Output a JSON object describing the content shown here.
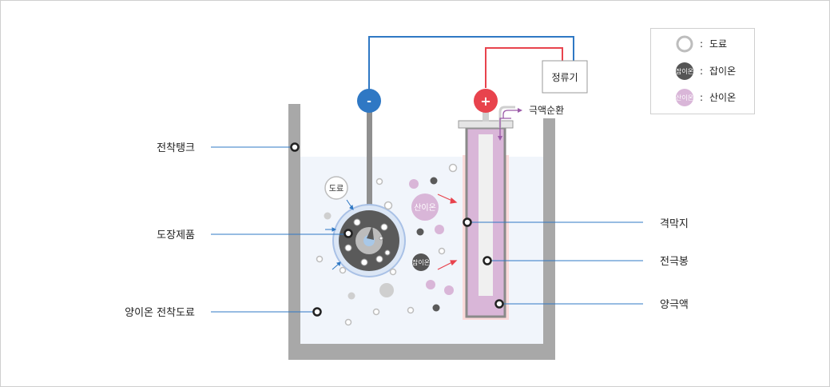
{
  "labels": {
    "tank": "전착탱크",
    "product": "도장제품",
    "paint_cation": "양이온 전착도료",
    "diaphragm": "격막지",
    "electrode_rod": "전극봉",
    "anolyte": "양극액",
    "rectifier": "정류기",
    "anolyte_circulation": "극액순환",
    "minus": "-",
    "plus": "+"
  },
  "particles": {
    "paint": "도료",
    "impurity_ion": "잡이온",
    "acid_ion": "산이온"
  },
  "legend": {
    "sep": ":",
    "items": [
      {
        "symbol": "paint-ring",
        "label": "도료"
      },
      {
        "symbol": "impurity-ion",
        "badge": "잡이온",
        "label": "잡이온"
      },
      {
        "symbol": "acid-ion",
        "badge": "산이온",
        "label": "산이온"
      }
    ]
  },
  "colors": {
    "negative": "#2f78c4",
    "positive": "#e8434d",
    "acid_ion": "#d9b6d8",
    "impurity_ion": "#555555",
    "tank_wall": "#a8a8a8",
    "liquid": "#f1f5fb"
  }
}
